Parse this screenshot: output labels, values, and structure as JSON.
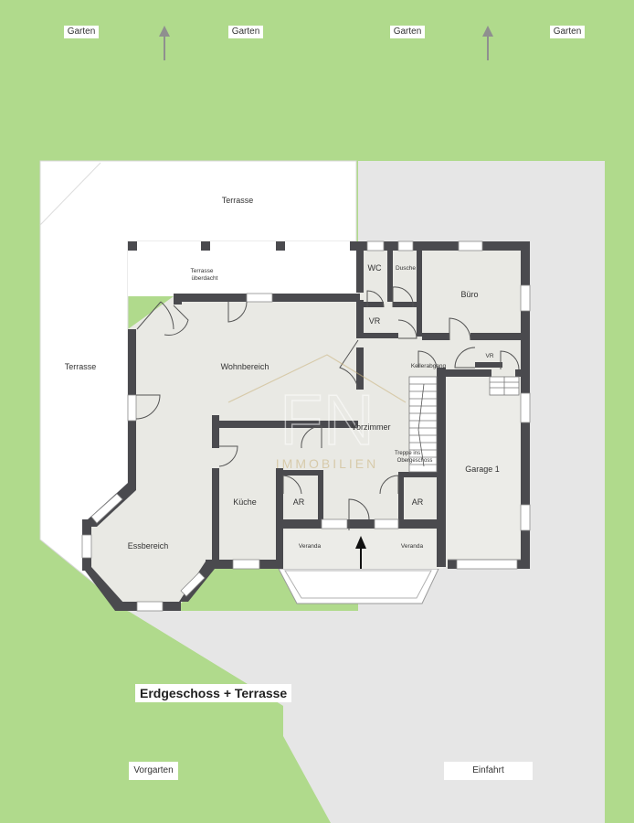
{
  "labels": {
    "garten": "Garten",
    "terrasse": "Terrasse",
    "terrasse_ueberdacht_1": "Terrasse",
    "terrasse_ueberdacht_2": "überdacht",
    "wc": "WC",
    "dusche": "Dusche",
    "buero": "Büro",
    "vr": "VR",
    "kellerabgang": "Kellerabgang",
    "wohnbereich": "Wohnbereich",
    "vorzimmer": "Vorzimmer",
    "treppe_1": "Treppe ins",
    "treppe_2": "Obergeschoss",
    "garage": "Garage 1",
    "kueche": "Küche",
    "ar": "AR",
    "essbereich": "Essbereich",
    "veranda": "Veranda",
    "vorgarten": "Vorgarten",
    "einfahrt": "Einfahrt"
  },
  "watermark": {
    "monogram": "FN",
    "brand": "IMMOBILIEN"
  },
  "title": "Erdgeschoss + Terrasse",
  "colors": {
    "garden": "#b0da8c",
    "driveway": "#e6e6e6",
    "terrace": "#ffffff",
    "interior": "#e9e9e4",
    "wall": "#4a4a4e",
    "watermark": "#c9b27c"
  }
}
